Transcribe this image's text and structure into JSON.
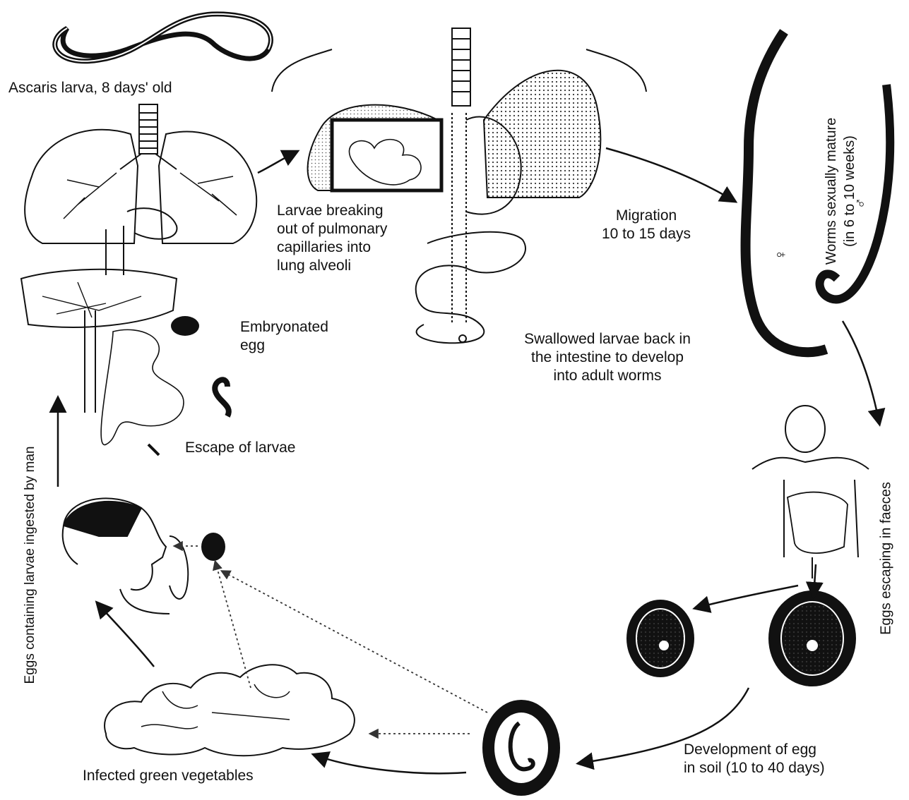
{
  "labels": {
    "ascaris_larva": "Ascaris larva, 8 days' old",
    "larvae_breaking": [
      "Larvae breaking",
      "out of pulmonary",
      "capillaries into",
      "lung alveoli"
    ],
    "migration": [
      "Migration",
      "10 to 15 days"
    ],
    "swallowed": [
      "Swallowed larvae back in",
      "the intestine to develop",
      "into adult worms"
    ],
    "embryonated": [
      "Embryonated",
      "egg"
    ],
    "escape": "Escape of larvae",
    "worms_mature": [
      "Worms sexually mature",
      "(in 6 to 10 weeks)"
    ],
    "female_symbol": "♀",
    "male_symbol": "♂",
    "eggs_faeces": "Eggs escaping in faeces",
    "eggs_ingested": "Eggs containing larvae ingested by man",
    "development": [
      "Development of egg",
      "in soil (10 to 40 days)"
    ],
    "vegetables": "Infected green vegetables"
  },
  "colors": {
    "ink": "#111111",
    "paper": "#ffffff",
    "shade": "#555555"
  }
}
